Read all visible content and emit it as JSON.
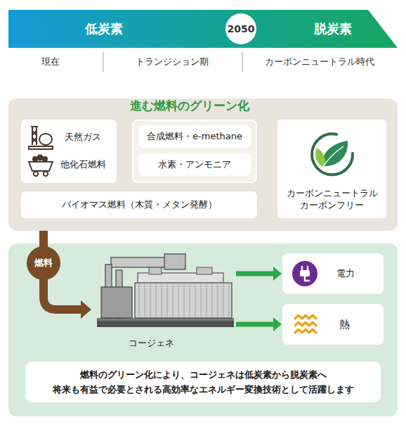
{
  "diagram": {
    "nodes": [
      {
        "text": [
          "低炭素",
          "脱炭素"
        ]
      },
      {
        "text": [
          "2050"
        ],
        "in": 0
      },
      {
        "text": [
          "進む燃料のグリーン化"
        ]
      },
      {
        "text": [
          "天然ガス",
          "他化石燃料"
        ],
        "in": 2
      },
      {
        "text": [],
        "in": 2
      },
      {
        "text": [
          "合成燃料・e-methane"
        ],
        "in": 4
      },
      {
        "text": [
          "水素・アンモニア"
        ],
        "in": 4
      },
      {
        "text": [
          "カーボンニュートラル カーボンフリー"
        ],
        "in": 2
      },
      {
        "text": [
          "バイオマス燃料（木質・メタン発酵）"
        ],
        "in": 2
      },
      {
        "text": [
          "コージェネ"
        ]
      },
      {
        "text": [
          "電力"
        ]
      },
      {
        "text": [
          "熱"
        ]
      },
      {
        "text": [
          "燃料のグリーン化により、コージェネは低炭素から脱炭素へ 将来も有益で必要とされる高効率なエネルギー変換技術として活躍します"
        ]
      }
    ],
    "edges": [
      {
        "from": 3,
        "to": 4,
        "arrow": "to"
      },
      {
        "from": 4,
        "to": 7,
        "arrow": "to"
      },
      {
        "from": 8,
        "to": 7,
        "arrow": "to"
      },
      {
        "from": 2,
        "to": 9,
        "label": "燃料",
        "arrow": "to"
      },
      {
        "from": 9,
        "to": 10,
        "arrow": "to"
      },
      {
        "from": 9,
        "to": 11,
        "arrow": "to"
      }
    ],
    "labels": [
      "現在",
      "トランジション期",
      "カーボンニュートラル時代"
    ]
  }
}
